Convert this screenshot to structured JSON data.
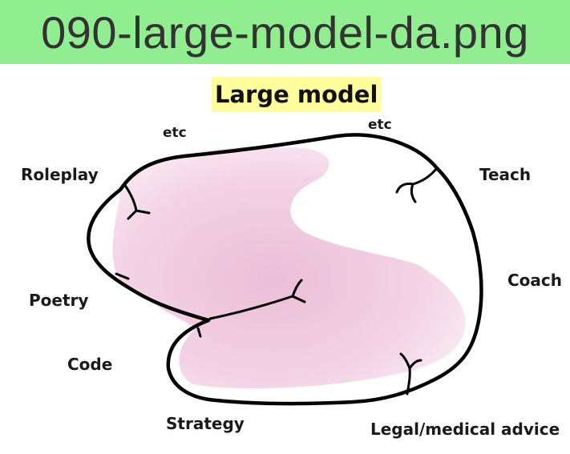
{
  "banner": {
    "filename": "090-large-model-da.png",
    "color": "#90ee90"
  },
  "title": {
    "text": "Large model",
    "highlight": "#fffd9c"
  },
  "labels": {
    "etc_left": "etc",
    "etc_right": "etc",
    "roleplay": "Roleplay",
    "teach": "Teach",
    "poetry": "Poetry",
    "coach": "Coach",
    "code": "Code",
    "strategy": "Strategy",
    "legal": "Legal/medical advice"
  },
  "colors": {
    "outline": "#000000",
    "fill": "#f2c9e0"
  }
}
